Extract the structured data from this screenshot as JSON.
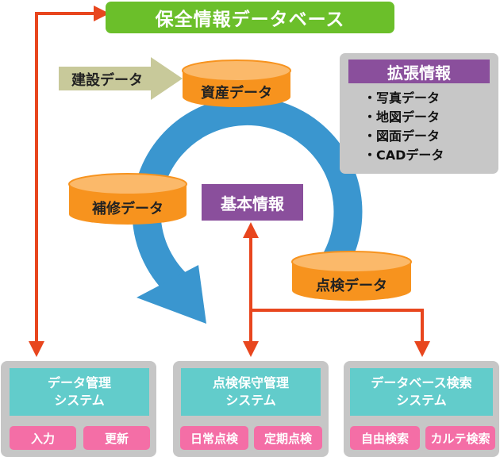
{
  "title": "保全情報データベース",
  "kenchiku": "建設データ",
  "cylinders": {
    "shisan": "資産データ",
    "hoshu": "補修データ",
    "tenken": "点検データ"
  },
  "kihon": "基本情報",
  "extension": {
    "title": "拡張情報",
    "items": [
      "写真データ",
      "地図データ",
      "図面データ",
      "CADデータ"
    ]
  },
  "systems": [
    {
      "title_line1": "データ管理",
      "title_line2": "システム",
      "buttons": [
        "入力",
        "更新"
      ]
    },
    {
      "title_line1": "点検保守管理",
      "title_line2": "システム",
      "buttons": [
        "日常点検",
        "定期点検"
      ]
    },
    {
      "title_line1": "データベース検索",
      "title_line2": "システム",
      "buttons": [
        "自由検索",
        "カルテ検索"
      ]
    }
  ],
  "colors": {
    "title_green": "#6bbf2a",
    "cycle_blue": "#3a96cf",
    "cylinder_orange": "#f7931e",
    "purple": "#8a4f9c",
    "arrow_red": "#e8461e",
    "teal": "#62cccb",
    "pink": "#f46ea6",
    "gray_panel": "#c6c6c6"
  }
}
